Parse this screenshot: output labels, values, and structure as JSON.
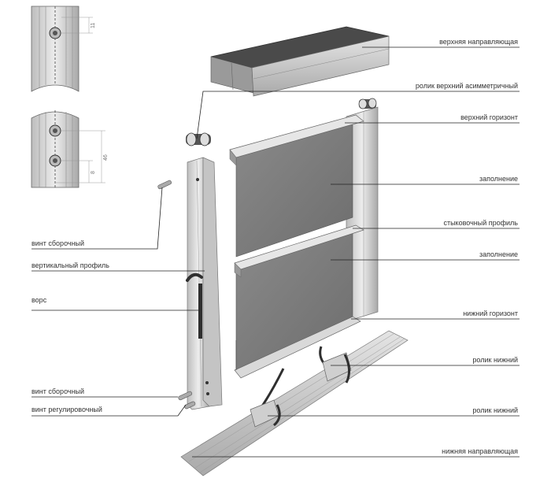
{
  "dimensions": {
    "top_detail": "11",
    "bottom_detail_total": "46",
    "bottom_detail_inner": "8"
  },
  "labels": {
    "top_guide": "верхняя направляющая",
    "top_roller": "ролик верхний асимметричный",
    "top_horizon": "верхний горизонт",
    "fill_upper": "заполнение",
    "joint_profile": "стыковочный профиль",
    "fill_lower": "заполнение",
    "bottom_horizon": "нижний горизонт",
    "bottom_roller_1": "ролик нижний",
    "bottom_roller_2": "ролик нижний",
    "bottom_guide": "нижняя направляющая",
    "assembly_screw_top": "винт сборочный",
    "vertical_profile": "вертикальный профиль",
    "pile": "ворс",
    "assembly_screw_bottom": "винт сборочный",
    "adjusting_screw": "винт регулировочный"
  },
  "colors": {
    "panel_fill": "#7b7b7b",
    "aluminium": "#d4d4d4",
    "aluminium_dark": "#a9a9a9",
    "guide_top": "#4a4a4a",
    "brush": "#2f2f2f"
  }
}
